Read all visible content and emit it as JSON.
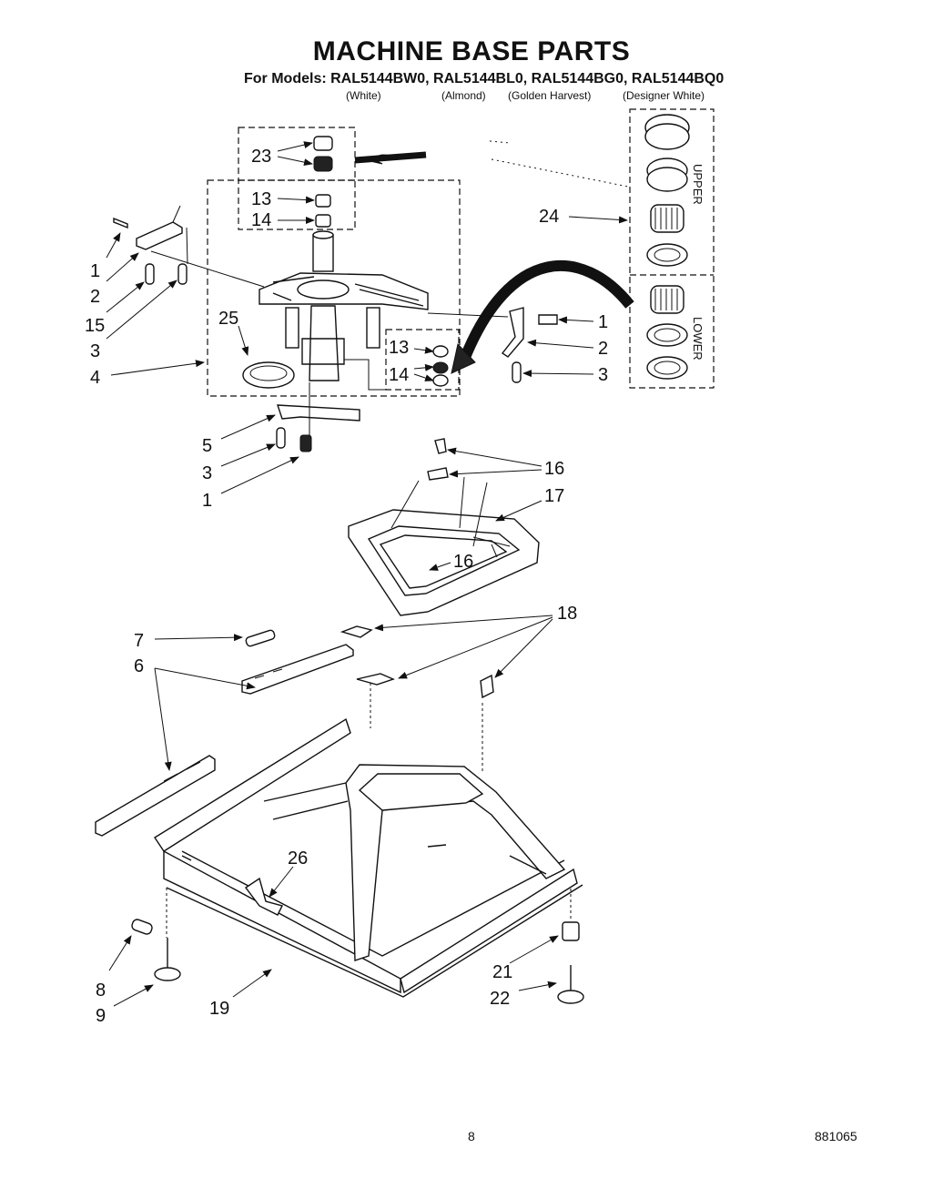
{
  "header": {
    "title": "MACHINE BASE PARTS",
    "models_line": "For Models: RAL5144BW0, RAL5144BL0, RAL5144BG0, RAL5144BQ0",
    "colors": [
      "(White)",
      "(Almond)",
      "(Golden Harvest)",
      "(Designer White)"
    ]
  },
  "inset": {
    "upper_label": "UPPER",
    "lower_label": "LOWER"
  },
  "callouts": {
    "c23": "23",
    "c13a": "13",
    "c14a": "14",
    "c24": "24",
    "c1a": "1",
    "c2a": "2",
    "c15": "15",
    "c3a": "3",
    "c4": "4",
    "c25": "25",
    "c13b": "13",
    "c14b": "14",
    "c1b": "1",
    "c2b": "2",
    "c3b": "3",
    "c5": "5",
    "c3c": "3",
    "c1c": "1",
    "c16a": "16",
    "c17": "17",
    "c16b": "16",
    "c7": "7",
    "c6": "6",
    "c18": "18",
    "c26": "26",
    "c8": "8",
    "c9": "9",
    "c19": "19",
    "c21": "21",
    "c22": "22"
  },
  "footer": {
    "page_number": "8",
    "doc_code": "881065"
  }
}
